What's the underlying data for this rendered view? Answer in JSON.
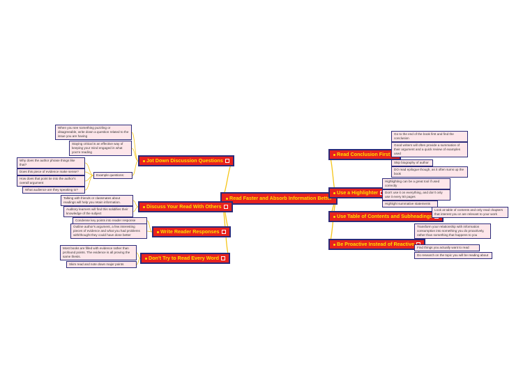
{
  "map": {
    "central": "Read Faster and Absorb Information Better",
    "left_branches": [
      {
        "label": "Jot Down Discussion Questions",
        "children": [
          "When you see something puzzling or disagreeable, write down a question related to the issue you are having",
          "Staying critical is an effective way of keeping your mind engaged in what you're reading",
          "Example questions:"
        ],
        "grandchildren": [
          "Why does the author phrase things like that?",
          "Does this piece of evidence make sense?",
          "How does that point tie into the author's overall argument",
          "What audience are they speaking to?"
        ]
      },
      {
        "label": "Discuss Your Read With Others",
        "children": [
          "Talking with friends or classmates about readings will help you retain information.",
          "Auditory learners will find this solidifies their knowledge of the subject"
        ]
      },
      {
        "label": "Write Reader Responses",
        "children": [
          "Condense key points into reader response",
          "Outline author's argument, a few interesting pieces of evidence and what you had problems with/thought they could have done better"
        ]
      },
      {
        "label": "Don't Try to Read Every Word",
        "children": [
          "Most books are filled with evidence rather than profound points. The evidence is all proving the same thesis.",
          "Skim read and note down major points"
        ]
      }
    ],
    "right_branches": [
      {
        "label": "Read Conclusion First",
        "children": [
          "Go to the end of the book first and find the conclusion",
          "Good writers will often provide a summation of their argument and a quick review of examples used",
          "Skip biography of author",
          "DO read epilogue though, as it often sums up the book"
        ]
      },
      {
        "label": "Use a Highlighter",
        "children": [
          "Highlighting can be a great tool if used correctly",
          "Don't use it on everything, and don't only use it every 50 pages",
          "Highlight summative statements"
        ]
      },
      {
        "label": "Use Table of Contents and Subheadings",
        "children": [
          "Look at table of contents and only read chapters that interest you or are relevant to your work"
        ]
      },
      {
        "label": "Be Proactive Instead of Reactive",
        "children": [
          "Transform your relationship with information consumption into something you do proactively, rather than something that happens to you",
          "Find things you actually want to read",
          "Do research on the topic you will be reading about"
        ]
      }
    ],
    "colors": {
      "main_fill": "#e8221e",
      "main_text": "#ffe000",
      "border": "#2b2a7a",
      "sub_fill": "#fde6ea",
      "connector": "#f5c518"
    }
  }
}
